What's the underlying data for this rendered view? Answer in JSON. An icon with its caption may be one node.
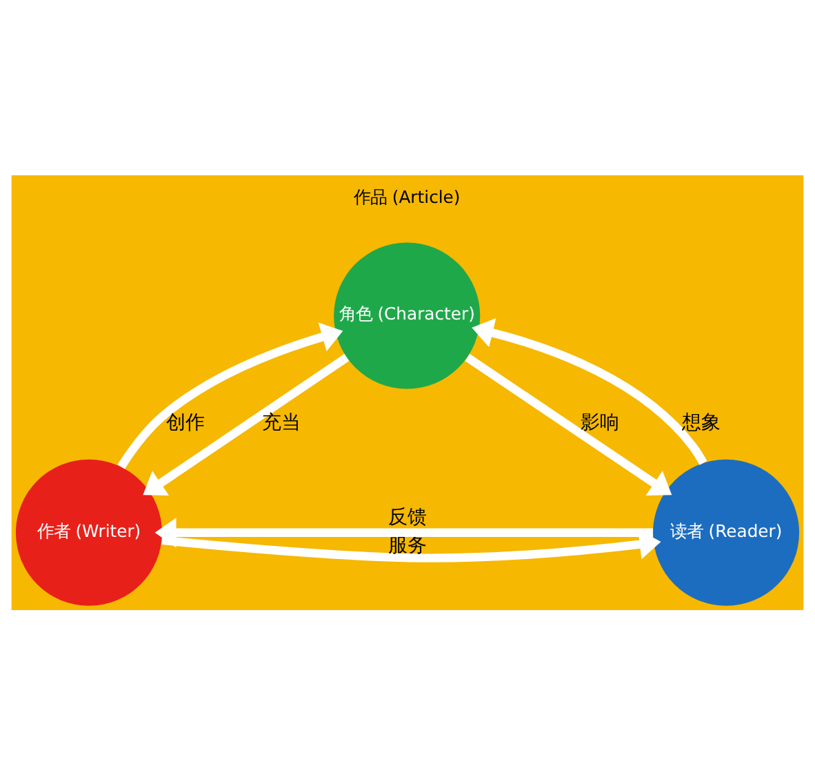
{
  "diagram": {
    "nodes": [
      {
        "text": [
          "角色 (Character)"
        ],
        "beside": [
          "作品 (Article)"
        ]
      },
      {
        "text": [
          "作者 (Writer)"
        ]
      },
      {
        "text": [
          "读者 (Reader)"
        ]
      }
    ],
    "edges": [
      {
        "from": 0,
        "to": 1,
        "arrow": "to",
        "label": "充当"
      },
      {
        "from": 1,
        "to": 0,
        "arrow": "to",
        "label": "创作"
      },
      {
        "from": 0,
        "to": 2,
        "arrow": "to",
        "label": "影响"
      },
      {
        "from": 2,
        "to": 0,
        "arrow": "to",
        "label": "想象"
      },
      {
        "from": 2,
        "to": 1,
        "arrow": "to",
        "label": "反馈"
      },
      {
        "from": 1,
        "to": 2,
        "arrow": "to",
        "label": "服务"
      }
    ]
  }
}
